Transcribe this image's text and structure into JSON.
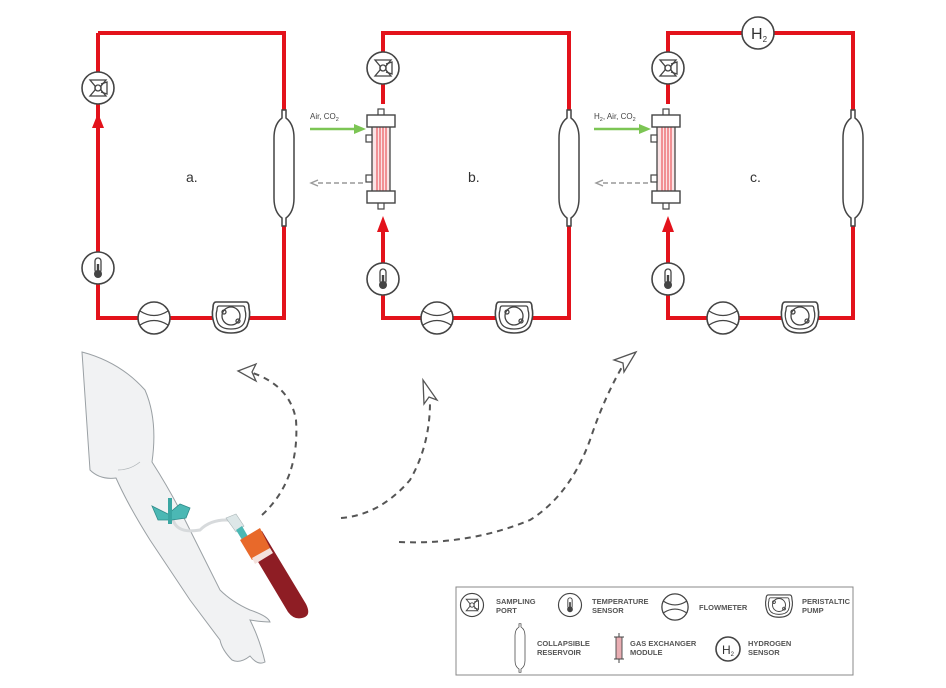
{
  "diagram": {
    "circuits": [
      {
        "id": "a",
        "label": "a.",
        "gas_input": null,
        "has_gas_exchanger": false,
        "has_hydrogen_sensor": false
      },
      {
        "id": "b",
        "label": "b.",
        "gas_input": "Air, CO2",
        "has_gas_exchanger": true,
        "has_hydrogen_sensor": false
      },
      {
        "id": "c",
        "label": "c.",
        "gas_input": "H2, Air, CO2",
        "has_gas_exchanger": true,
        "has_hydrogen_sensor": true
      }
    ],
    "gas_labels": {
      "b": {
        "prefix": "Air, CO",
        "sub": "2"
      },
      "c": {
        "h": "H",
        "hsub": "2",
        "mid": ", Air, CO",
        "sub": "2"
      }
    },
    "hydrogen_symbol": {
      "main": "H",
      "sub": "2"
    },
    "colors": {
      "tubing": "#e3121b",
      "gas_arrow": "#7cc554",
      "exhaust_arrow": "#999999",
      "blood_tube": "#8e1d24",
      "tube_cap": "#e8692a",
      "tourniquet": "#4bb8b4",
      "outline": "#444444"
    }
  },
  "legend": {
    "items": [
      {
        "key": "sampling-port",
        "line1": "SAMPLING",
        "line2": "PORT"
      },
      {
        "key": "temperature-sensor",
        "line1": "TEMPERATURE",
        "line2": "SENSOR"
      },
      {
        "key": "flowmeter",
        "line1": "FLOWMETER",
        "line2": ""
      },
      {
        "key": "peristaltic-pump",
        "line1": "PERISTALTIC",
        "line2": "PUMP"
      },
      {
        "key": "collapsible-reservoir",
        "line1": "COLLAPSIBLE",
        "line2": "RESERVOIR"
      },
      {
        "key": "gas-exchanger-module",
        "line1": "GAS EXCHANGER",
        "line2": "MODULE"
      },
      {
        "key": "hydrogen-sensor",
        "line1": "HYDROGEN",
        "line2": "SENSOR"
      }
    ]
  }
}
